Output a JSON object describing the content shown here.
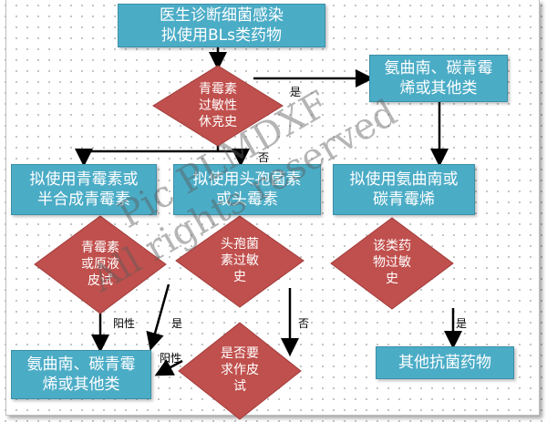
{
  "nodes": {
    "start": "医生诊断细菌感染\n拟使用BLs类药物",
    "q_penicillin_shock": "青霉素\n过敏性\n休克史",
    "carbapenem_or_other": "氨曲南、碳青霉\n烯或其他类",
    "use_penicillin": "拟使用青霉素或\n半合成青霉素",
    "use_cephalosporin": "拟使用头孢菌素\n或头霉素",
    "use_aztreonam": "拟使用氨曲南或\n碳青霉烯",
    "q_skin_test": "青霉素\n或原液\n皮试",
    "q_ceph_allergy": "头孢菌\n素过敏\n史",
    "q_class_allergy": "该类药\n物过敏\n史",
    "q_need_skin_test": "是否要\n求作皮\n试",
    "bottom_carbapenem": "氨曲南、碳青霉\n烯或其他类",
    "other_antibiotics": "其他抗菌药物"
  },
  "edge_labels": {
    "yes_top": "是",
    "no_mid": "否",
    "positive_left": "阳性",
    "yes_ceph": "是",
    "no_ceph": "否",
    "positive_mid": "阳性",
    "yes_right": "是"
  },
  "watermark": "Pic PLMDXF\nAll rights reserved",
  "colors": {
    "box_fill": "#4bacc6",
    "diamond_fill": "#c0504d",
    "line": "#000000"
  }
}
